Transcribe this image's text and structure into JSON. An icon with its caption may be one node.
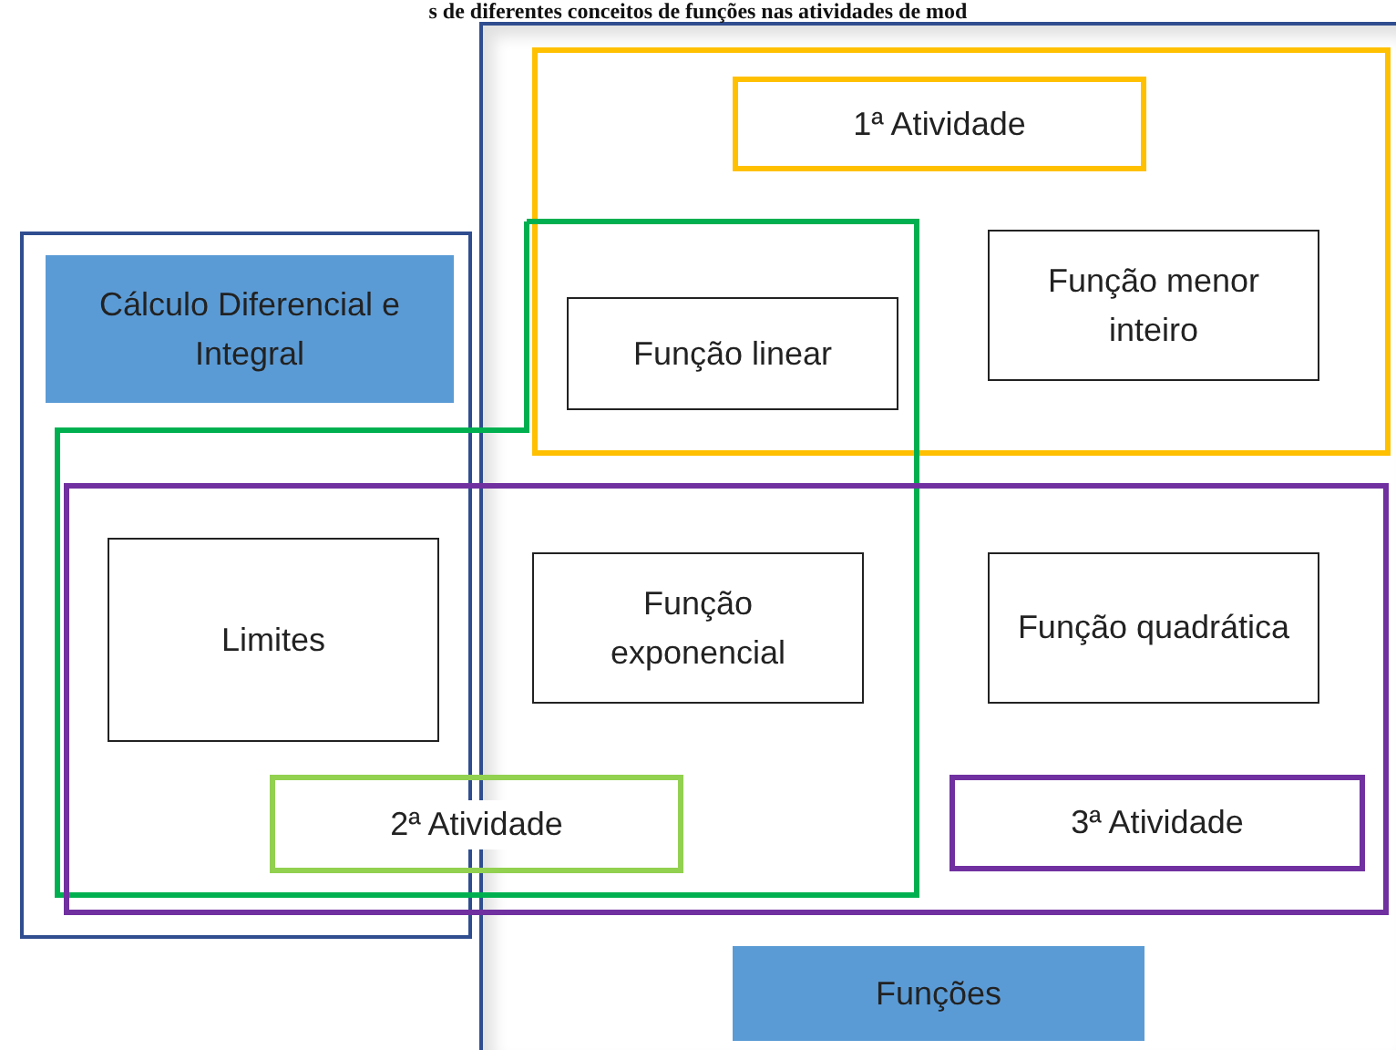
{
  "diagram": {
    "nodes": [
      {
        "text": [],
        "shape": "box"
      },
      {
        "text": [
          "Cálculo Diferencial e Integral"
        ],
        "in": 0
      },
      {
        "text": [],
        "shape": "box"
      },
      {
        "text": [
          "Funções"
        ],
        "in": 2
      },
      {
        "text": [],
        "shape": "box",
        "in": 2
      },
      {
        "text": [
          "1ª Atividade"
        ],
        "in": 4
      },
      {
        "text": [
          "Função menor inteiro"
        ],
        "in": 4
      },
      {
        "text": [],
        "shape": "box"
      },
      {
        "text": [
          "Função linear"
        ]
      },
      {
        "text": [],
        "shape": "box"
      },
      {
        "text": [
          "Limites"
        ]
      },
      {
        "text": [
          "Função exponencial"
        ]
      },
      {
        "text": [
          "Função quadrática"
        ]
      },
      {
        "text": [
          "2ª Atividade"
        ]
      },
      {
        "text": [
          "3ª Atividade"
        ]
      }
    ],
    "edges": [],
    "labels": [
      "s de diferentes conceitos de funções nas atividades de mod"
    ]
  }
}
